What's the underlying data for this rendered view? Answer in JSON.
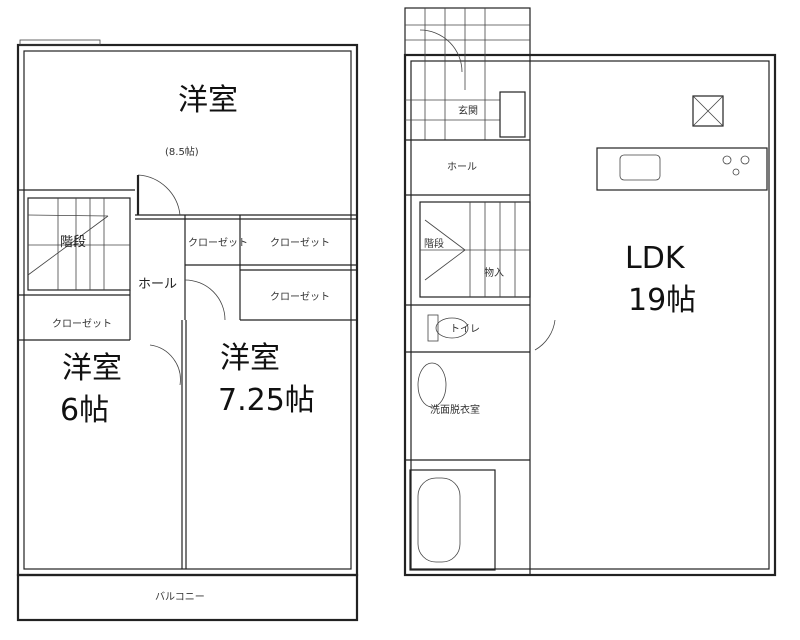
{
  "plan_2f": {
    "bedroom_top": {
      "name": "洋室",
      "size": "(8.5帖)"
    },
    "stairs": "階段",
    "hall": "ホール",
    "closets": [
      "クローゼット",
      "クローゼット",
      "クローゼット",
      "クローゼット"
    ],
    "bedroom_left": {
      "name": "洋室",
      "size": "6帖"
    },
    "bedroom_right": {
      "name": "洋室",
      "size": "7.25帖"
    },
    "balcony": "バルコニー"
  },
  "plan_1f": {
    "entrance": "玄関",
    "hall": "ホール",
    "stairs": "階段",
    "storage": "物入",
    "toilet": "トイレ",
    "washroom": "洗面脱衣室",
    "ldk": {
      "name": "LDK",
      "size": "19帖"
    }
  }
}
